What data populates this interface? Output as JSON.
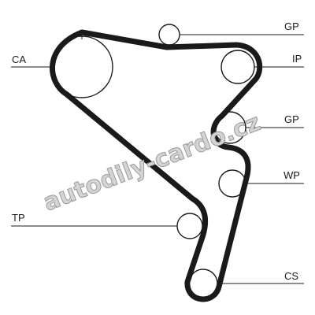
{
  "diagram": {
    "labels": {
      "ca": "CA",
      "gp_top": "GP",
      "ip": "IP",
      "gp_mid": "GP",
      "wp": "WP",
      "tp": "TP",
      "cs": "CS"
    },
    "watermark": "autodily-cardo.cz",
    "colors": {
      "line": "#1a1a1a",
      "background": "#ffffff",
      "watermark_fill": "#d4d4d4",
      "watermark_stroke": "#9a9a9a"
    }
  }
}
